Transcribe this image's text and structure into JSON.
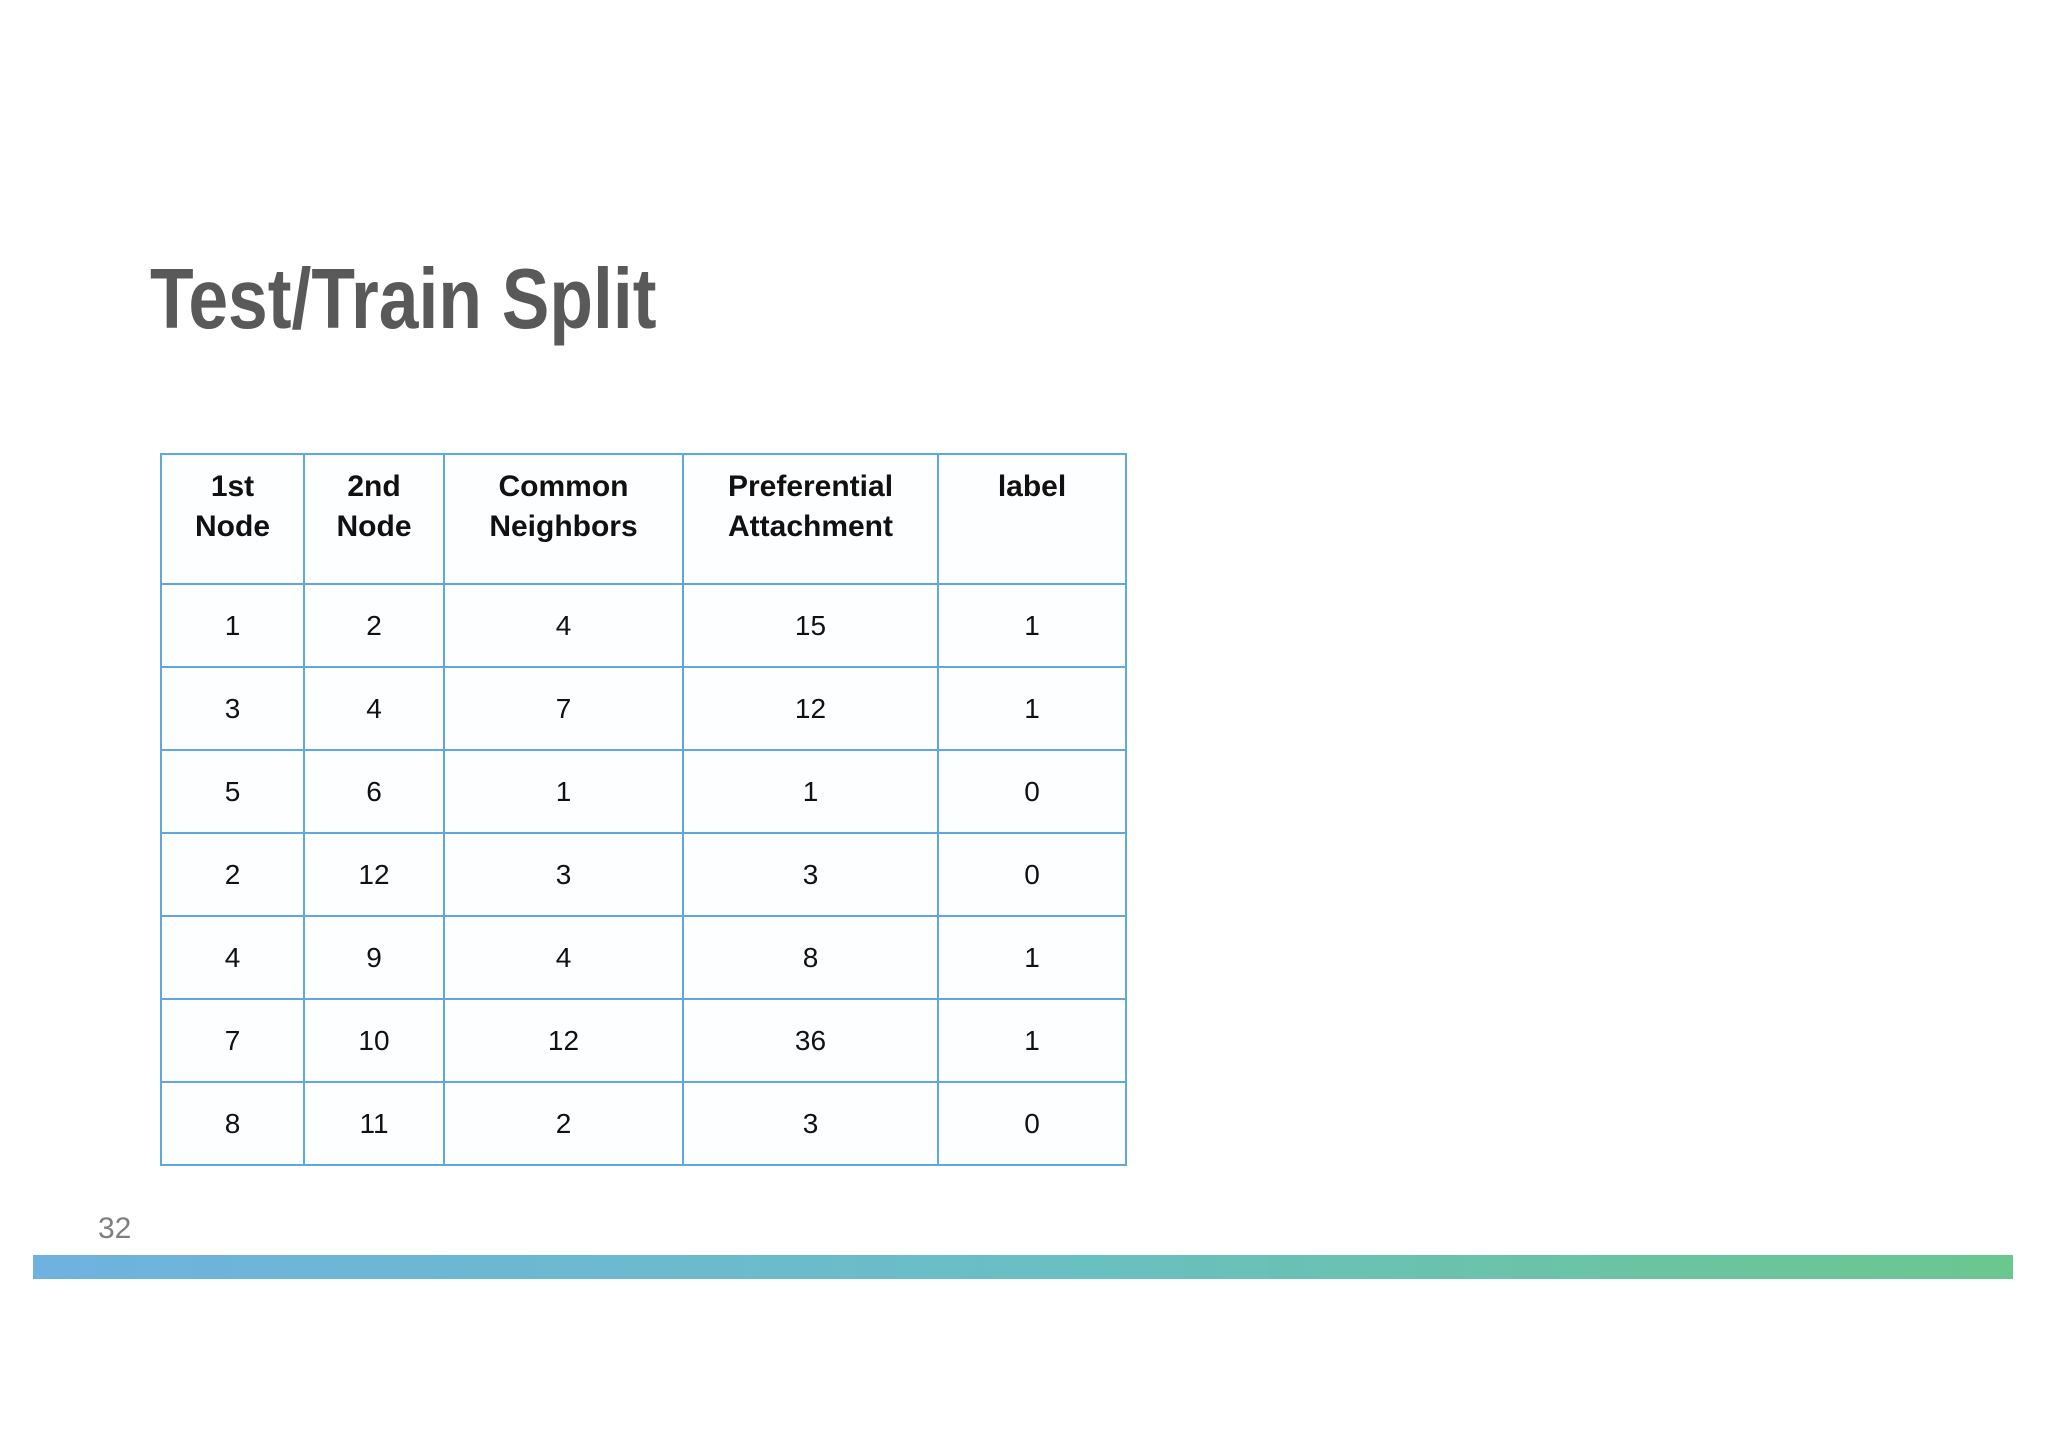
{
  "slide": {
    "title": "Test/Train Split",
    "page_number": "32"
  },
  "table": {
    "columns": [
      "1st\nNode",
      "2nd\nNode",
      "Common\nNeighbors",
      "Preferential\nAttachment",
      "label"
    ],
    "rows": [
      [
        "1",
        "2",
        "4",
        "15",
        "1"
      ],
      [
        "3",
        "4",
        "7",
        "12",
        "1"
      ],
      [
        "5",
        "6",
        "1",
        "1",
        "0"
      ],
      [
        "2",
        "12",
        "3",
        "3",
        "0"
      ],
      [
        "4",
        "9",
        "4",
        "8",
        "1"
      ],
      [
        "7",
        "10",
        "12",
        "36",
        "1"
      ],
      [
        "8",
        "11",
        "2",
        "3",
        "0"
      ]
    ]
  },
  "colors": {
    "title_text": "#595959",
    "table_border": "#5fa8dc",
    "cell_text": "#111111",
    "page_number_text": "#7f7f7f",
    "bar_left": "#6fb2df",
    "bar_mid": "#69bfc4",
    "bar_right": "#6ac78e"
  }
}
